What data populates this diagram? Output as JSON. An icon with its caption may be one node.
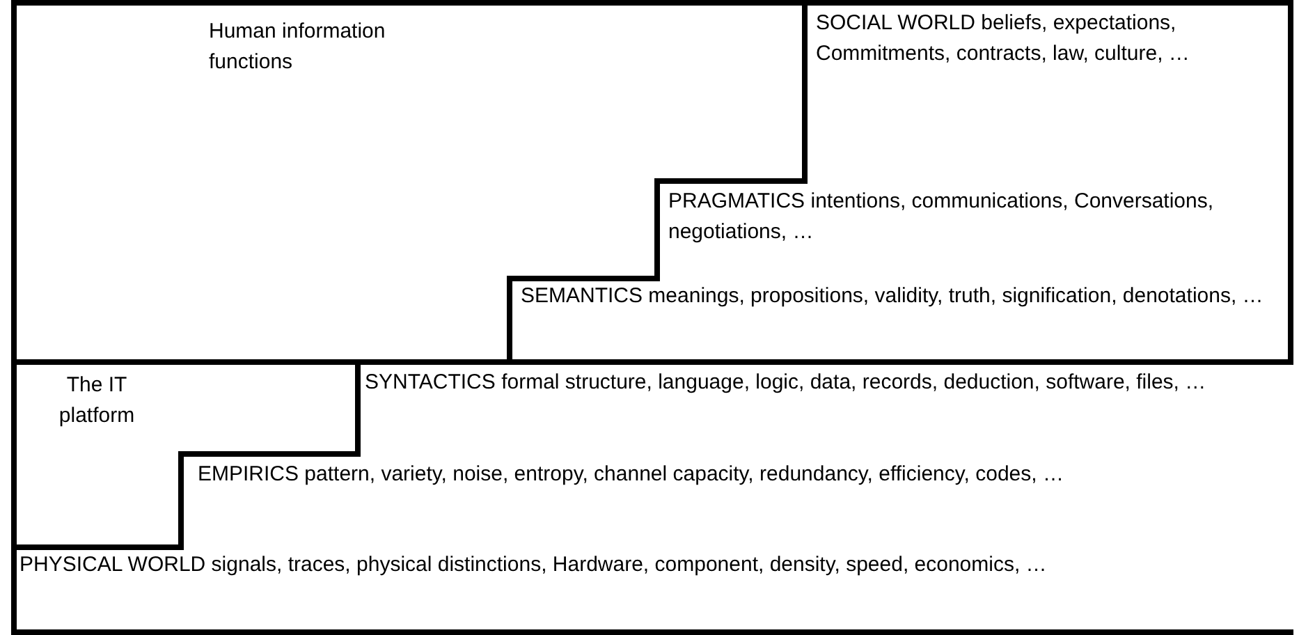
{
  "diagram": {
    "nodes": [
      {
        "text": [
          "Human information functions"
        ]
      },
      {
        "text": [
          "SOCIAL WORLD beliefs, expectations, Commitments, contracts, law, culture, …"
        ],
        "in": 0
      },
      {
        "text": [
          "PRAGMATICS intentions, communications, Conversations, negotiations, …"
        ],
        "in": 0
      },
      {
        "text": [
          "SEMANTICS meanings, propositions, validity, truth, signification, denotations, …"
        ],
        "in": 0
      },
      {
        "text": [
          "The IT platform"
        ]
      },
      {
        "text": [
          "SYNTACTICS formal structure, language, logic, data, records, deduction, software, files, …"
        ],
        "in": 4
      },
      {
        "text": [
          "EMPIRICS pattern, variety, noise, entropy, channel capacity, redundancy, efficiency, codes, …"
        ],
        "in": 4
      },
      {
        "text": [
          "PHYSICAL WORLD signals, traces, physical distinctions, Hardware, component, density, speed, economics, …"
        ],
        "in": 4
      }
    ]
  }
}
